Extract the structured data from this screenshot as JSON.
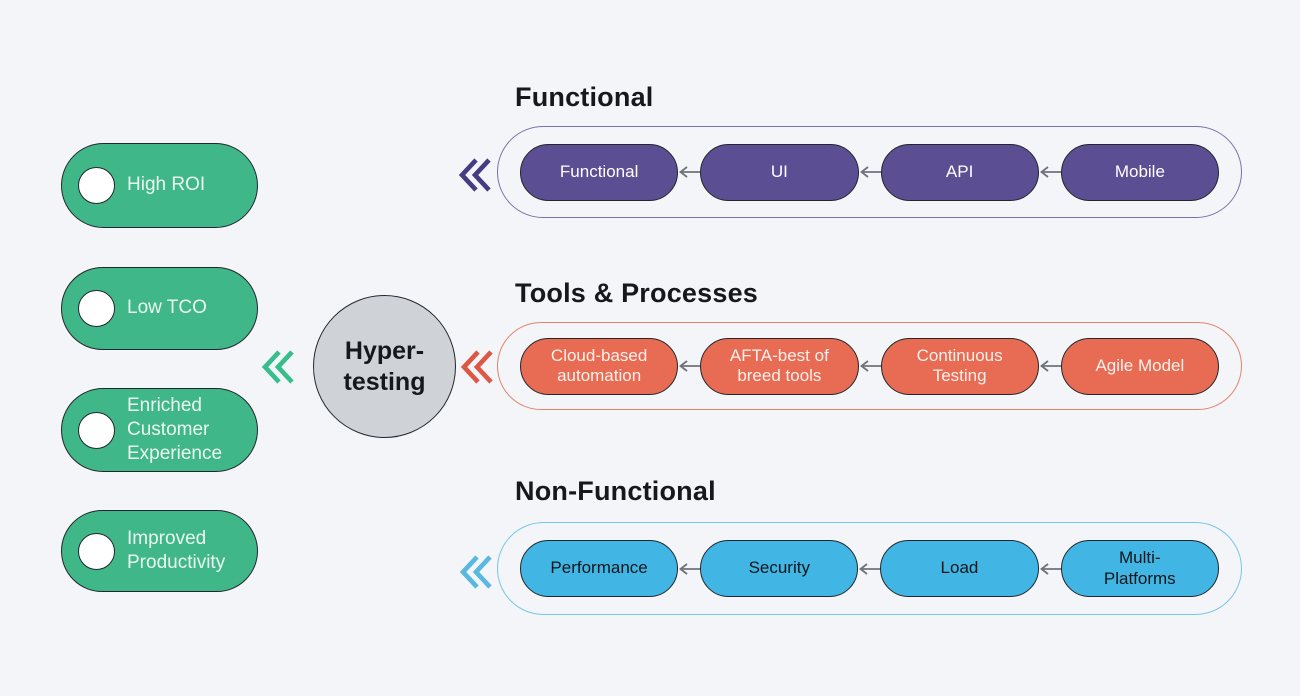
{
  "page": {
    "background_color": "#F3F5F8",
    "title_color": "#17181B",
    "arrow_color": "#6E7378"
  },
  "hub": {
    "line1": "Hyper-",
    "line2": "testing",
    "fill_color": "#CFD3D8",
    "border_color": "#23272B"
  },
  "benefits": {
    "pill_color": "#40B789",
    "text_color": "#EAF7F0",
    "chevron_color": "#36BE8B",
    "items": [
      {
        "label": "High ROI"
      },
      {
        "label": "Low TCO"
      },
      {
        "label": "Enriched Customer Experience"
      },
      {
        "label": "Improved Productivity"
      }
    ]
  },
  "rows": [
    {
      "title": "Functional",
      "pill_color": "#5C4E93",
      "pill_text_color": "#FFFFFF",
      "lane_border_color": "#7B6FAD",
      "chevron_color": "#453C82",
      "items": [
        "Functional",
        "UI",
        "API",
        "Mobile"
      ]
    },
    {
      "title": "Tools & Processes",
      "pill_color": "#E86C53",
      "pill_text_color": "#FDF0EC",
      "lane_border_color": "#E2846C",
      "chevron_color": "#DD5745",
      "items": [
        "Cloud-based automation",
        "AFTA-best of breed tools",
        "Continuous Testing",
        "Agile Model"
      ]
    },
    {
      "title": "Non-Functional",
      "pill_color": "#41B5E4",
      "pill_text_color": "#121619",
      "lane_border_color": "#79C6E8",
      "chevron_color": "#58B8E0",
      "items": [
        "Performance",
        "Security",
        "Load",
        "Multi-Platforms"
      ]
    }
  ]
}
